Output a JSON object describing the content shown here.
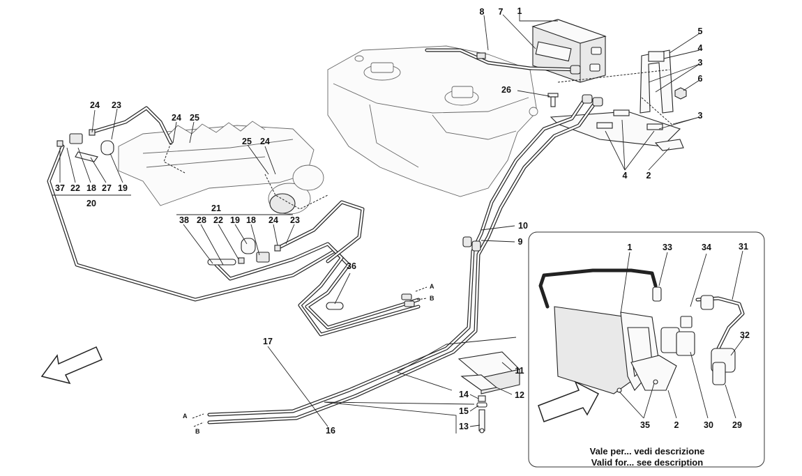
{
  "callouts": [
    {
      "id": "c1",
      "label": "1"
    },
    {
      "id": "c7",
      "label": "7"
    },
    {
      "id": "c8",
      "label": "8"
    },
    {
      "id": "c5",
      "label": "5"
    },
    {
      "id": "c4a",
      "label": "4"
    },
    {
      "id": "c3a",
      "label": "3"
    },
    {
      "id": "c6",
      "label": "6"
    },
    {
      "id": "c26",
      "label": "26"
    },
    {
      "id": "c3b",
      "label": "3"
    },
    {
      "id": "c4b",
      "label": "4"
    },
    {
      "id": "c2",
      "label": "2"
    },
    {
      "id": "c24a",
      "label": "24"
    },
    {
      "id": "c23a",
      "label": "23"
    },
    {
      "id": "c24b",
      "label": "24"
    },
    {
      "id": "c25a",
      "label": "25"
    },
    {
      "id": "c25b",
      "label": "25"
    },
    {
      "id": "c24c",
      "label": "24"
    },
    {
      "id": "c37",
      "label": "37"
    },
    {
      "id": "c22a",
      "label": "22"
    },
    {
      "id": "c18a",
      "label": "18"
    },
    {
      "id": "c27",
      "label": "27"
    },
    {
      "id": "c19a",
      "label": "19"
    },
    {
      "id": "c20",
      "label": "20"
    },
    {
      "id": "c21",
      "label": "21"
    },
    {
      "id": "c38",
      "label": "38"
    },
    {
      "id": "c28",
      "label": "28"
    },
    {
      "id": "c22b",
      "label": "22"
    },
    {
      "id": "c19b",
      "label": "19"
    },
    {
      "id": "c18b",
      "label": "18"
    },
    {
      "id": "c24d",
      "label": "24"
    },
    {
      "id": "c23b",
      "label": "23"
    },
    {
      "id": "c10",
      "label": "10"
    },
    {
      "id": "c9",
      "label": "9"
    },
    {
      "id": "c36",
      "label": "36"
    },
    {
      "id": "c17",
      "label": "17"
    },
    {
      "id": "c16",
      "label": "16"
    },
    {
      "id": "c11",
      "label": "11"
    },
    {
      "id": "c12",
      "label": "12"
    },
    {
      "id": "c14",
      "label": "14"
    },
    {
      "id": "c15",
      "label": "15"
    },
    {
      "id": "c13",
      "label": "13"
    },
    {
      "id": "i1",
      "label": "1"
    },
    {
      "id": "i33",
      "label": "33"
    },
    {
      "id": "i34",
      "label": "34"
    },
    {
      "id": "i31",
      "label": "31"
    },
    {
      "id": "i32",
      "label": "32"
    },
    {
      "id": "i35",
      "label": "35"
    },
    {
      "id": "i2",
      "label": "2"
    },
    {
      "id": "i30",
      "label": "30"
    },
    {
      "id": "i29",
      "label": "29"
    }
  ],
  "connection_letters": {
    "a": "A",
    "b": "B"
  },
  "inset_note": {
    "line1": "Vale per... vedi descrizione",
    "line2": "Valid for... see description"
  },
  "icons": {
    "front_arrow": "direction-arrow-icon",
    "inset_arrow": "direction-arrow-icon"
  },
  "colors": {
    "line": "#222222",
    "background": "#ffffff",
    "part_fill": "#fafafa"
  }
}
